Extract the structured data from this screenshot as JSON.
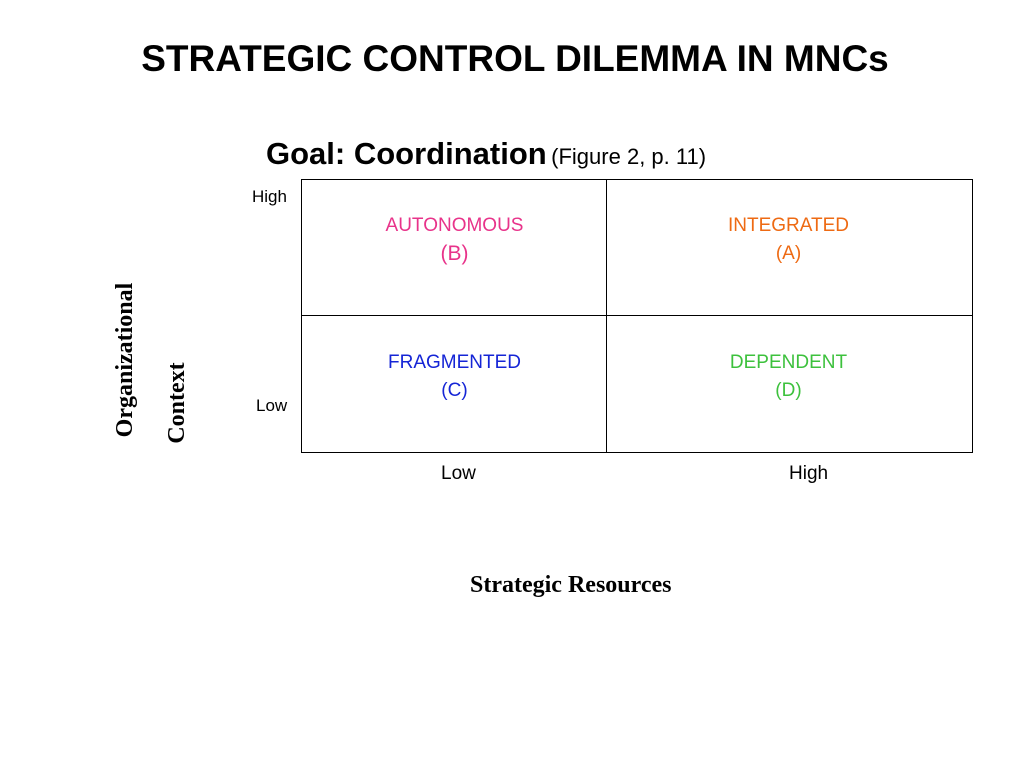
{
  "title": "STRATEGIC CONTROL DILEMMA IN MNCs",
  "subtitle": {
    "main": "Goal: Coordination",
    "reference": "(Figure 2, p. 11)"
  },
  "y_axis": {
    "label_line1": "Organizational",
    "label_line2": "Context",
    "tick_high": "High",
    "tick_low": "Low"
  },
  "x_axis": {
    "label": "Strategic Resources",
    "tick_low": "Low",
    "tick_high": "High"
  },
  "quadrants": {
    "top_left": {
      "name": "AUTONOMOUS",
      "code": "(B)",
      "color": "#e8338a"
    },
    "top_right": {
      "name": "INTEGRATED",
      "code": "(A)",
      "color": "#ee6a13"
    },
    "bottom_left": {
      "name": "FRAGMENTED",
      "code": "(C)",
      "color": "#1525d6"
    },
    "bottom_right": {
      "name": "DEPENDENT",
      "code": "(D)",
      "color": "#3dc13d"
    }
  }
}
